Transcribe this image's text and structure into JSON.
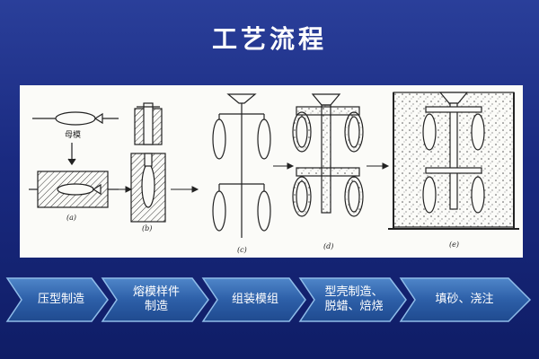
{
  "title": "工艺流程",
  "figure": {
    "master_mold_label": "母模",
    "captions": [
      "(a)",
      "(b)",
      "(c)",
      "(d)",
      "(e)"
    ]
  },
  "steps": [
    {
      "line1": "压型制造",
      "line2": ""
    },
    {
      "line1": "熔模样件",
      "line2": "制造"
    },
    {
      "line1": "组装模组",
      "line2": ""
    },
    {
      "line1": "型壳制造、",
      "line2": "脱蜡、焙烧"
    },
    {
      "line1": "填砂、浇注",
      "line2": ""
    }
  ],
  "colors": {
    "background": "#1a2a80",
    "arrow": "#2d5fa8",
    "arrow_edge": "#7fb0e6",
    "text": "#ffffff"
  }
}
